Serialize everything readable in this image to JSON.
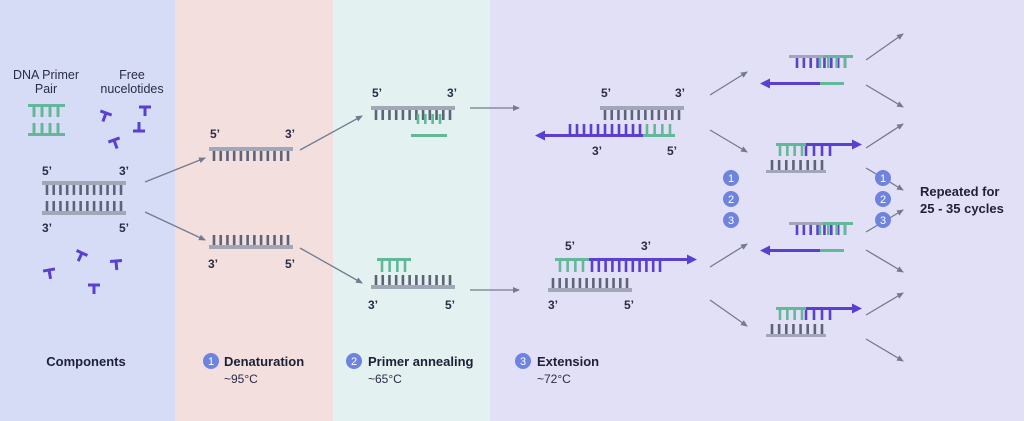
{
  "colors": {
    "panel_components": "#d7dcf6",
    "panel_denaturation": "#f3dfde",
    "panel_annealing": "#e3f1f1",
    "panel_extension": "#e2e0f6",
    "dna_strand": "#a1a7b7",
    "dna_tooth": "#5e6478",
    "primer": "#64b89a",
    "new_strand": "#5a3fd0",
    "step_circle": "#6e83de",
    "arrow": "#737b90"
  },
  "components": {
    "primer_label": "DNA Primer\nPair",
    "nucleotides_label": "Free\nnucelotides",
    "title": "Components"
  },
  "strand_end": {
    "five": "5’",
    "three": "3’"
  },
  "steps": [
    {
      "num": "1",
      "name": "Denaturation",
      "temp": "~95°C"
    },
    {
      "num": "2",
      "name": "Primer annealing",
      "temp": "~65°C"
    },
    {
      "num": "3",
      "name": "Extension",
      "temp": "~72°C"
    }
  ],
  "repeat": {
    "steps": [
      "1",
      "2",
      "3"
    ],
    "text_line1": "Repeated for",
    "text_line2": "25 - 35 cycles"
  },
  "icons": [
    "double-strand-dna",
    "single-strand-dna",
    "primer-icon",
    "nucleotide-icon",
    "flow-arrow-icon",
    "step-number-icon"
  ]
}
